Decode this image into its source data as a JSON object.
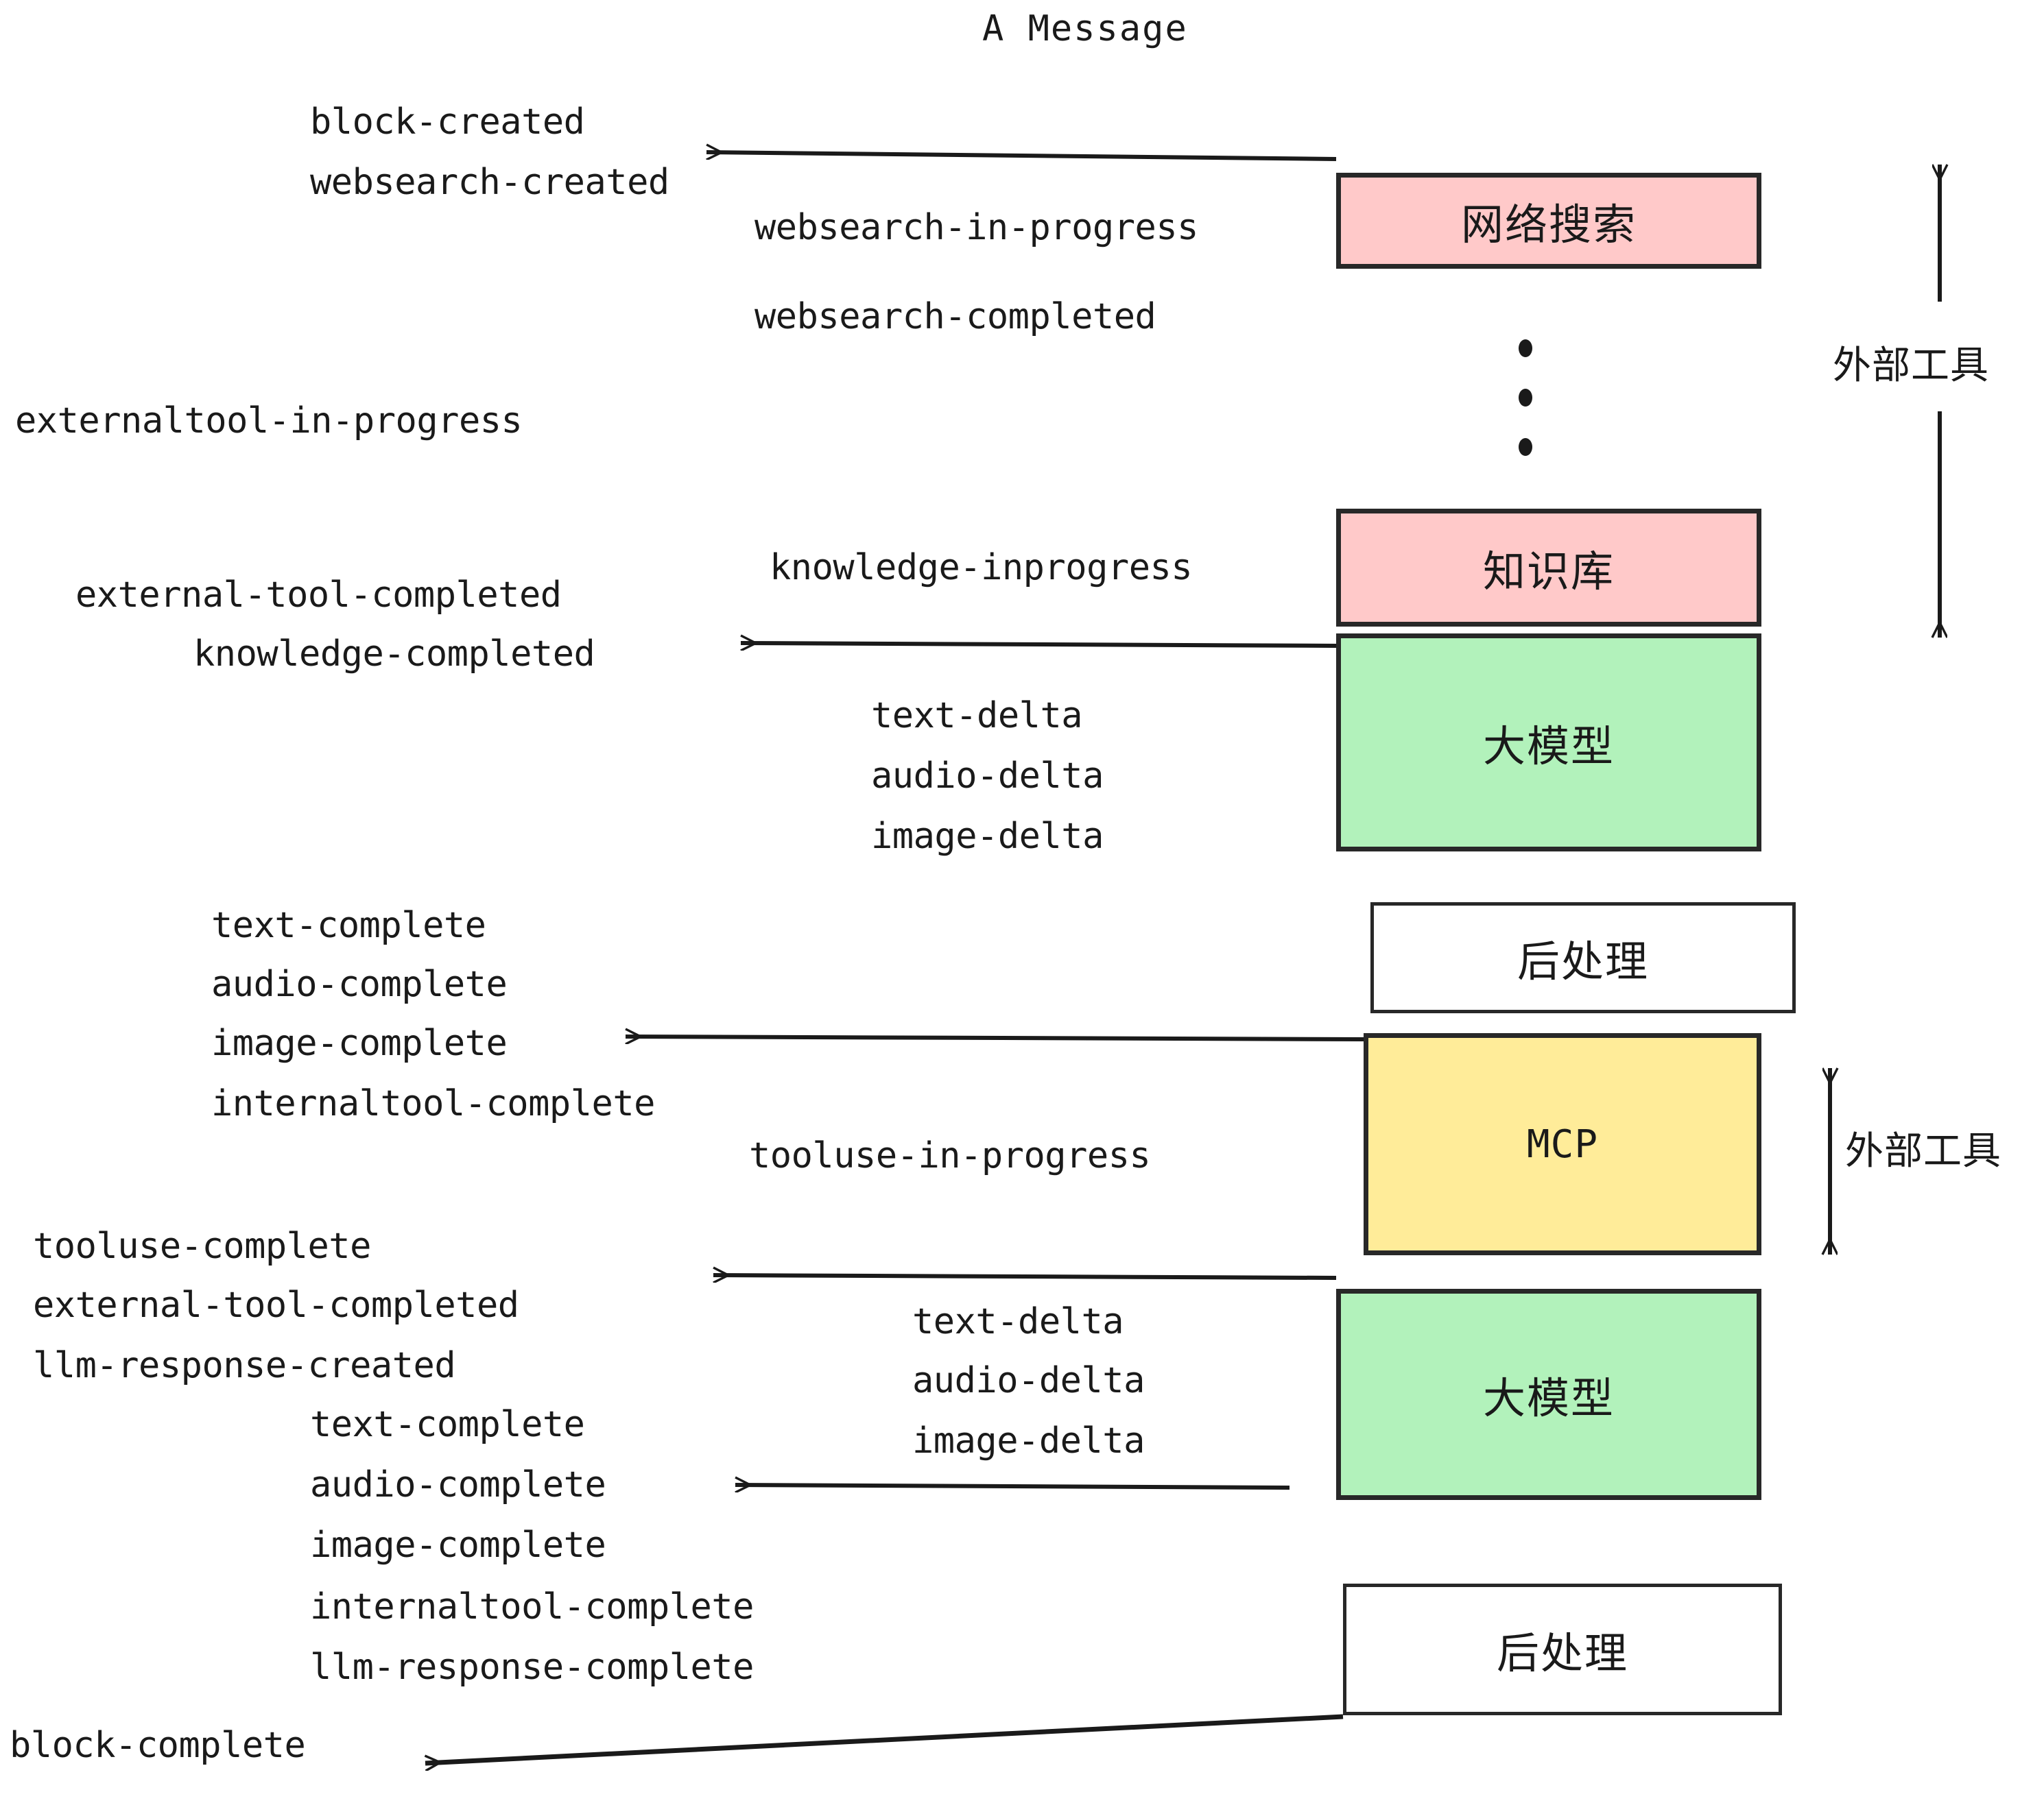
{
  "title": "A Message",
  "colors": {
    "pink": "#FFC9C9",
    "green": "#B2F2BB",
    "yellow": "#FFEC99",
    "white": "#FFFFFF",
    "border": "#282828",
    "text": "#1A1A1A"
  },
  "boxes": {
    "websearch": "网络搜索",
    "knowledge": "知识库",
    "llm_1": "大模型",
    "postprocess_1": "后处理",
    "mcp": "MCP",
    "llm_2": "大模型",
    "postprocess_2": "后处理"
  },
  "side_labels": {
    "external_tool_top": "外部工具",
    "external_tool_bottom": "外部工具"
  },
  "events": {
    "block_created": "block-created",
    "websearch_created": "websearch-created",
    "websearch_in_progress": "websearch-in-progress",
    "websearch_completed": "websearch-completed",
    "externaltool_in_progress": "externaltool-in-progress",
    "knowledge_inprogress": "knowledge-inprogress",
    "external_tool_completed_1": "external-tool-completed",
    "knowledge_completed": "knowledge-completed",
    "text_delta_1": "text-delta",
    "audio_delta_1": "audio-delta",
    "image_delta_1": "image-delta",
    "text_complete_1": "text-complete",
    "audio_complete_1": "audio-complete",
    "image_complete_1": "image-complete",
    "internaltool_complete_1": "internaltool-complete",
    "tooluse_in_progress": "tooluse-in-progress",
    "tooluse_complete": "tooluse-complete",
    "external_tool_completed_2": "external-tool-completed",
    "llm_response_created": "llm-response-created",
    "text_delta_2": "text-delta",
    "audio_delta_2": "audio-delta",
    "image_delta_2": "image-delta",
    "text_complete_2": "text-complete",
    "audio_complete_2": "audio-complete",
    "image_complete_2": "image-complete",
    "internaltool_complete_2": "internaltool-complete",
    "llm_response_complete": "llm-response-complete",
    "block_complete": "block-complete"
  }
}
